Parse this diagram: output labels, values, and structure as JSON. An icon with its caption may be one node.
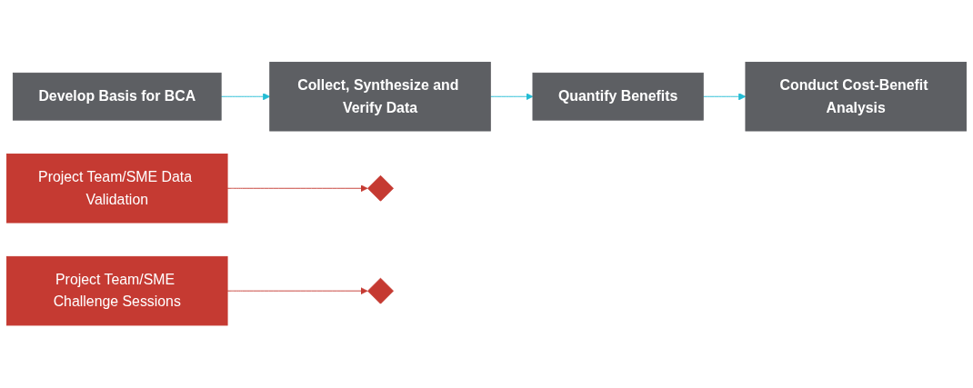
{
  "diagram": {
    "nodes": [
      {
        "text": [
          "Project Team/SME Data Validation"
        ]
      },
      {
        "text": [
          "Develop Basis for BCA"
        ]
      },
      {
        "text": [
          "Collect, Synthesize and Verify Data"
        ]
      },
      {
        "text": [],
        "shape": "diamond"
      },
      {
        "text": [
          "Quantify Benefits"
        ]
      },
      {
        "text": [],
        "shape": "diamond"
      },
      {
        "text": [
          "Conduct Cost-Benefit Analysis"
        ]
      },
      {
        "text": [
          "Project Team/SME Challenge Sessions"
        ]
      }
    ],
    "edges": [
      {
        "from": 1,
        "to": 2,
        "arrow": "to"
      },
      {
        "from": 2,
        "to": 4,
        "arrow": "to"
      },
      {
        "from": 4,
        "to": 6,
        "arrow": "to"
      },
      {
        "from": 0,
        "to": 3,
        "arrow": "to",
        "color": "#c53a32"
      },
      {
        "from": 7,
        "to": 5,
        "arrow": "to",
        "color": "#c53a32"
      }
    ]
  }
}
